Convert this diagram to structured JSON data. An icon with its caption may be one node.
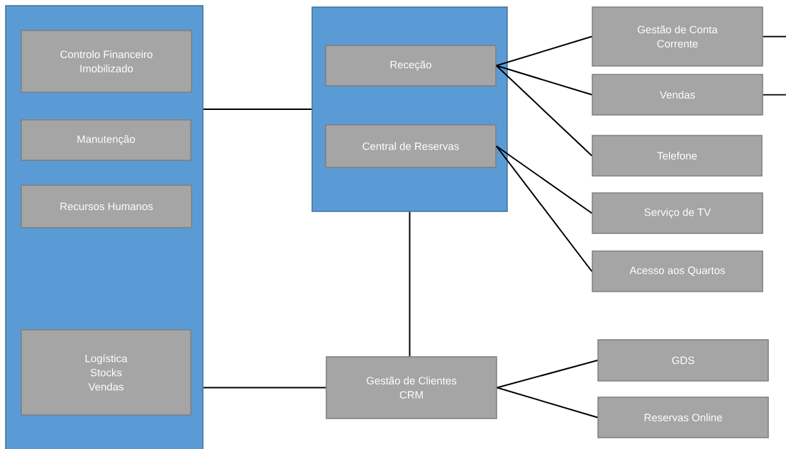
{
  "diagram": {
    "nodes": [
      {
        "text": [],
        "shape": "box"
      },
      {
        "text": [
          "Controlo Financeiro Imobilizado"
        ],
        "in": 0
      },
      {
        "text": [
          "Manutenção"
        ],
        "in": 0
      },
      {
        "text": [
          "Recursos Humanos"
        ],
        "in": 0
      },
      {
        "text": [
          "Logística Stocks Vendas"
        ],
        "in": 0
      },
      {
        "text": [],
        "shape": "box"
      },
      {
        "text": [
          "Receção"
        ],
        "in": 5
      },
      {
        "text": [
          "Central de Reservas"
        ],
        "in": 5
      },
      {
        "text": [
          "Gestão de Clientes CRM"
        ]
      },
      {
        "text": [
          "Gestão de Conta Corrente"
        ]
      },
      {
        "text": [
          "Vendas"
        ]
      },
      {
        "text": [
          "Telefone"
        ]
      },
      {
        "text": [
          "Serviço de TV"
        ]
      },
      {
        "text": [
          "Acesso aos Quartos"
        ]
      },
      {
        "text": [
          "GDS"
        ]
      },
      {
        "text": [
          "Reservas Online"
        ]
      }
    ],
    "edges": [
      {
        "from": 0,
        "to": 5,
        "arrow": "none"
      },
      {
        "from": 0,
        "to": 8,
        "arrow": "none"
      },
      {
        "from": 5,
        "to": 8,
        "arrow": "none"
      },
      {
        "from": 6,
        "to": 9,
        "arrow": "none"
      },
      {
        "from": 6,
        "to": 10,
        "arrow": "none"
      },
      {
        "from": 6,
        "to": 11,
        "arrow": "none"
      },
      {
        "from": 7,
        "to": 12,
        "arrow": "none"
      },
      {
        "from": 7,
        "to": 13,
        "arrow": "none"
      },
      {
        "from": 8,
        "to": 14,
        "arrow": "none"
      },
      {
        "from": 8,
        "to": 15,
        "arrow": "none"
      },
      {
        "from": 9,
        "to": null,
        "arrow": "none"
      },
      {
        "from": 10,
        "to": null,
        "arrow": "none"
      }
    ]
  }
}
